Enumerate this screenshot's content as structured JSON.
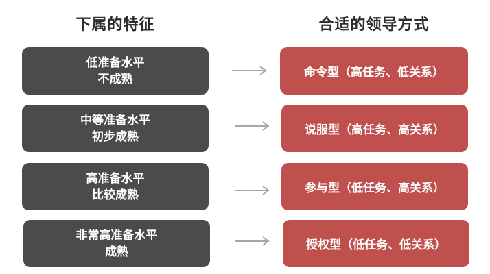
{
  "headers": {
    "left": "下属的特征",
    "right": "合适的领导方式"
  },
  "rows": [
    {
      "traits": [
        "低准备水平",
        "不成熟"
      ],
      "style": "命令型（高任务、低关系）"
    },
    {
      "traits": [
        "中等准备水平",
        "初步成熟"
      ],
      "style": "说服型（高任务、高关系）"
    },
    {
      "traits": [
        "高准备水平",
        "比较成熟"
      ],
      "style": "参与型（低任务、高关系）"
    },
    {
      "traits": [
        "非常高准备水平",
        "成熟"
      ],
      "style": "授权型（低任务、低关系）"
    }
  ],
  "colors": {
    "trait_box": "#4b4b4b",
    "style_box": "#c0504d",
    "arrow": "#a6a6a6"
  }
}
